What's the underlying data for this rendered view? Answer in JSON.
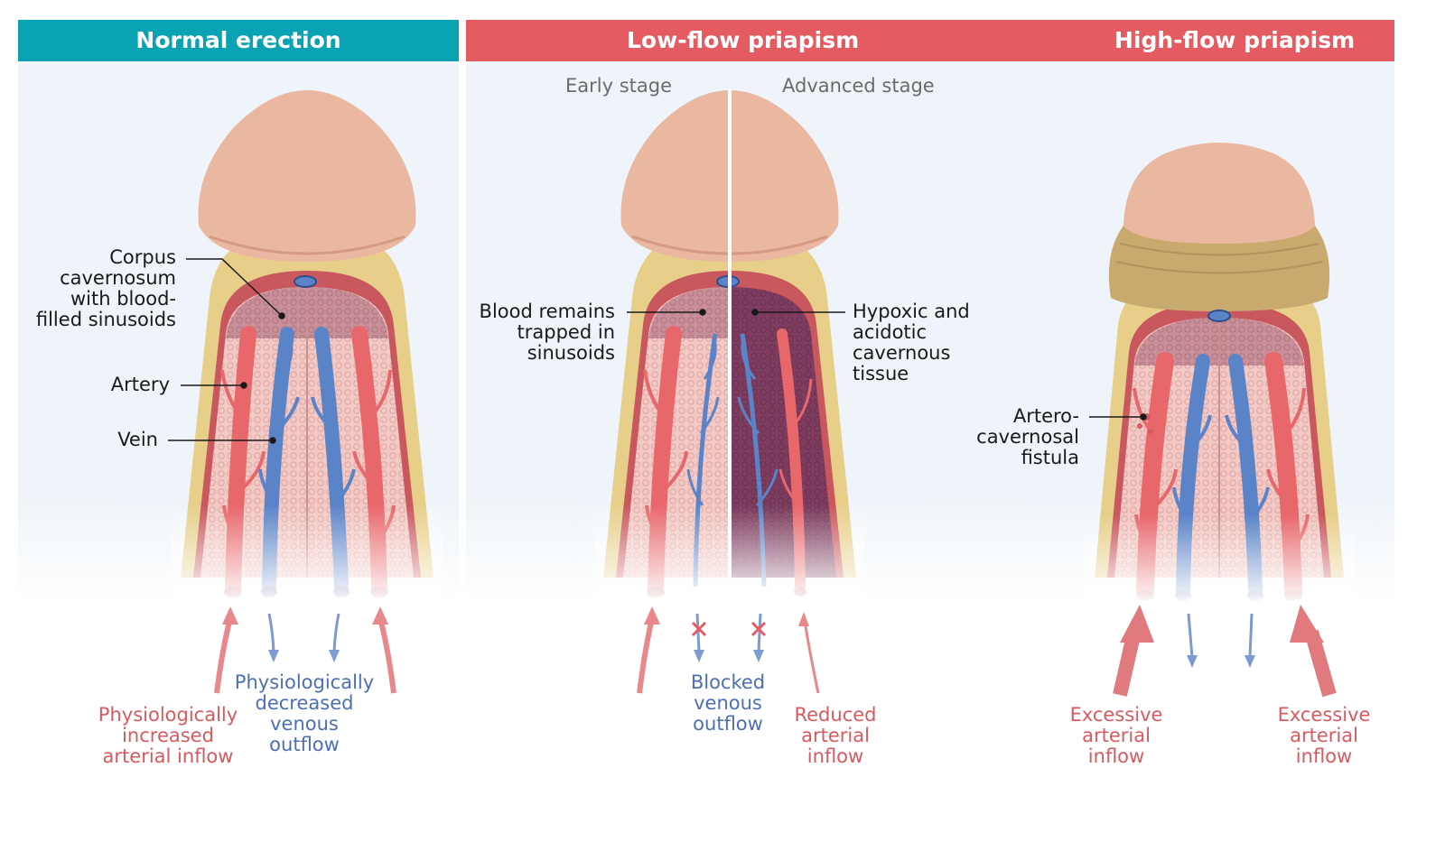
{
  "headers": {
    "normal": "Normal erection",
    "low_flow": "Low-flow priapism",
    "high_flow": "High-flow priapism"
  },
  "stages": {
    "early": "Early stage",
    "advanced": "Advanced stage"
  },
  "labels": {
    "corpus": [
      "Corpus",
      "cavernosum",
      "with blood-",
      "filled sinusoids"
    ],
    "artery": "Artery",
    "vein": "Vein",
    "blood_trapped": [
      "Blood remains",
      "trapped in",
      "sinusoids"
    ],
    "hypoxic": [
      "Hypoxic and",
      "acidotic",
      "cavernous",
      "tissue"
    ],
    "fistula": [
      "Artero-",
      "cavernosal",
      "fistula"
    ]
  },
  "captions": {
    "phys_inc": [
      "Physiologically",
      "increased",
      "arterial inflow"
    ],
    "phys_dec": [
      "Physiologically",
      "decreased",
      "venous",
      "outflow"
    ],
    "blocked": [
      "Blocked",
      "venous",
      "outflow"
    ],
    "reduced": [
      "Reduced",
      "arterial",
      "inflow"
    ],
    "excess_left": [
      "Excessive",
      "arterial",
      "inflow"
    ],
    "excess_right": [
      "Excessive",
      "arterial",
      "inflow"
    ]
  },
  "colors": {
    "teal": "#0aa3b4",
    "red_header": "#e45b61",
    "artery": "#e8676b",
    "vein": "#5b84c8",
    "skin": "#eab7a0",
    "tunica": "#d9c08a",
    "hypoxic": "#7a3d5c"
  }
}
